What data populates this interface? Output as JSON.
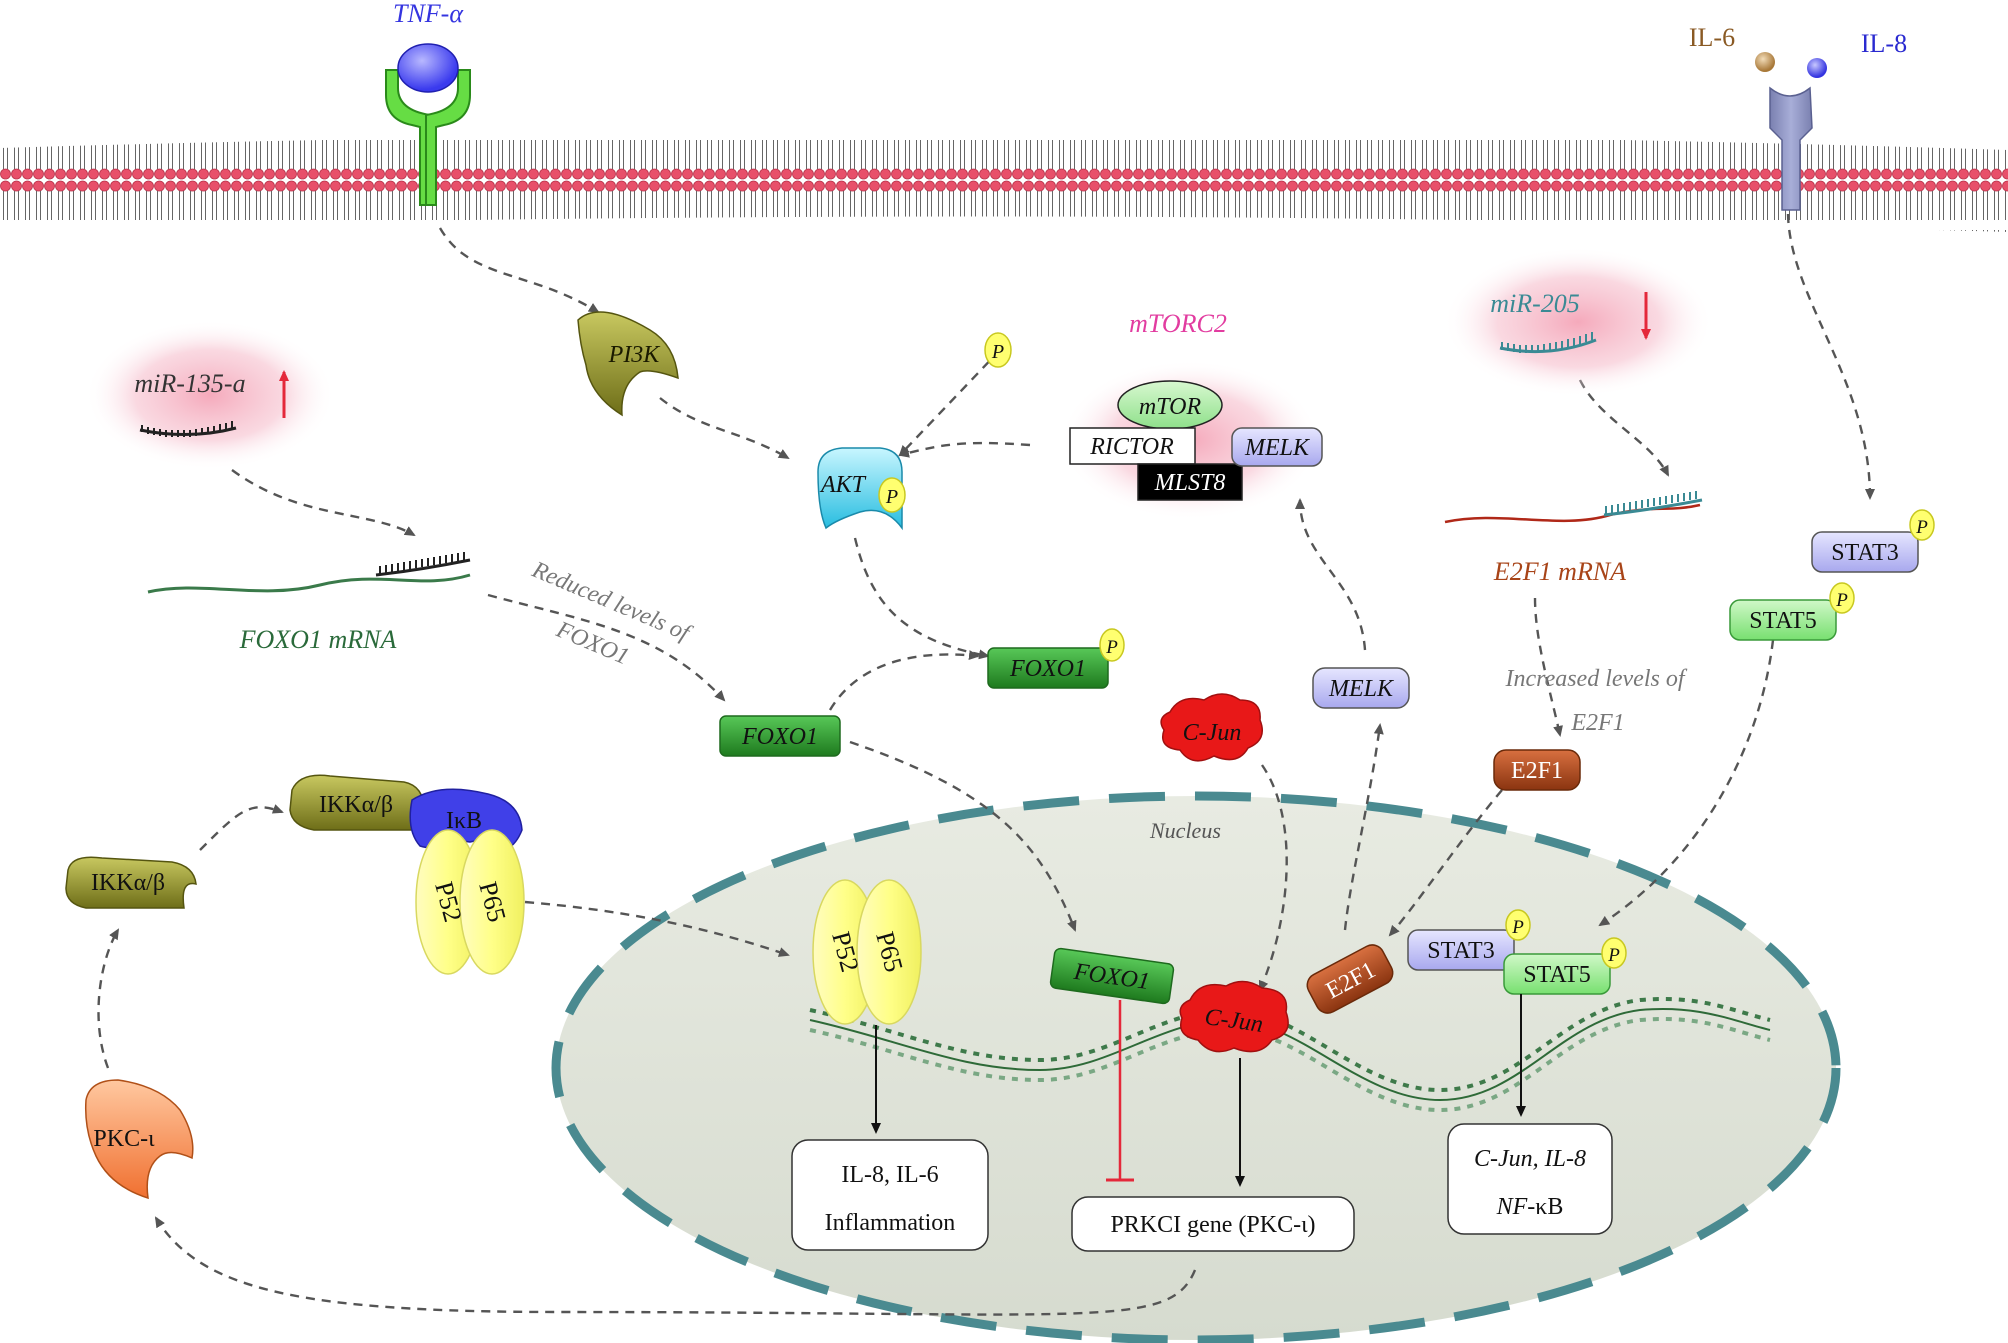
{
  "ligands": {
    "tnf": "TNF-α",
    "il6": "IL-6",
    "il8": "IL-8"
  },
  "cytoplasm": {
    "pi3k": "PI3K",
    "akt": "AKT",
    "p": "P",
    "mtorc2": "mTORC2",
    "mtor": "mTOR",
    "rictor": "RICTOR",
    "melk_complex": "MELK",
    "mlst8": "MLST8",
    "mir135": "miR-135-a",
    "mir205": "miR-205",
    "foxo1_mrna": "FOXO1 mRNA",
    "e2f1_mrna": "E2F1 mRNA",
    "reduced_line1": "Reduced levels of",
    "reduced_line2": "FOXO1",
    "increased_line1": "Increased levels of",
    "increased_line2": "E2F1",
    "foxo1_p": "FOXO1",
    "foxo1": "FOXO1",
    "melk": "MELK",
    "cjun": "C-Jun",
    "e2f1": "E2F1",
    "stat3": "STAT3",
    "stat5": "STAT5",
    "ikk_top": "IKKα/β",
    "ikb": "IκB",
    "p52": "P52",
    "p65": "P65",
    "ikk_left": "IKKα/β",
    "pkc": "PKC-ι"
  },
  "nucleus": {
    "label": "Nucleus",
    "p52": "P52",
    "p65": "P65",
    "foxo1": "FOXO1",
    "cjun": "C-Jun",
    "e2f1": "E2F1",
    "stat3": "STAT3",
    "stat5": "STAT5",
    "box1_line1": "IL-8, IL-6",
    "box1_line2": "Inflammation",
    "box2": "PRKCI gene (PKC-ι)",
    "box3_line1": "C-Jun, IL-8",
    "box3_line2_italic": "NF",
    "box3_line2_rest": "-κB"
  },
  "colors": {
    "membrane_head": "#e8506a",
    "nucleus_fill": "#dfe3d8",
    "nucleus_border": "#4a8a90",
    "foxo1_green": "#2f9a30",
    "mirna_red": "#e4283a",
    "mtorc2_magenta": "#e23ca0",
    "e2f1_brown": "#a84418",
    "arrow_gray": "#555555"
  }
}
